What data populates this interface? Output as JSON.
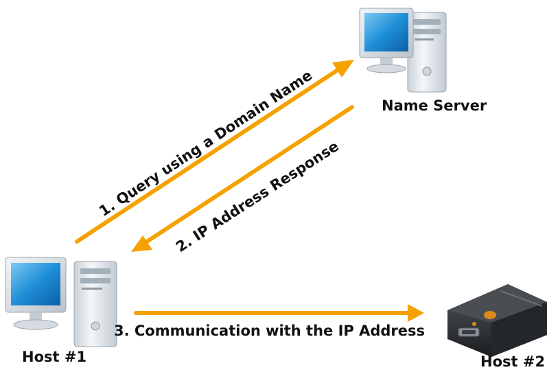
{
  "nodes": {
    "name_server": {
      "label": "Name Server",
      "icon": "desktop-computer-icon"
    },
    "host1": {
      "label": "Host #1",
      "icon": "desktop-computer-icon"
    },
    "host2": {
      "label": "Host #2",
      "icon": "device-server-icon"
    }
  },
  "edges": [
    {
      "from": "host1",
      "to": "name_server",
      "label": "1. Query using a Domain Name"
    },
    {
      "from": "name_server",
      "to": "host1",
      "label": "2. IP Address Response"
    },
    {
      "from": "host1",
      "to": "host2",
      "label": "3. Communication with the IP Address"
    }
  ],
  "colors": {
    "arrow": "#F5A100",
    "monitor_frame": "#D8DEE4",
    "screen": "#1E8FD8",
    "tower": "#E6EBEF",
    "device_body": "#2A2D31",
    "device_accent": "#E08A1E"
  }
}
